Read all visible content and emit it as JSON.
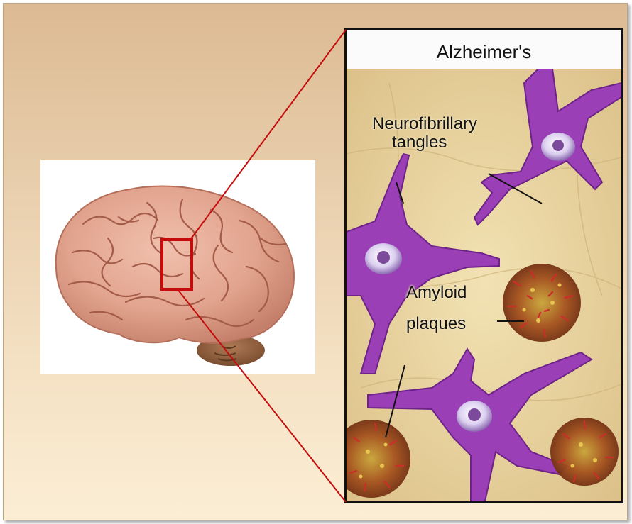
{
  "panel": {
    "title": "Alzheimer's"
  },
  "labels": {
    "tangles_line1": "Neurofibrillary",
    "tangles_line2": "tangles",
    "plaques_line1": "Amyloid",
    "plaques_line2": "plaques"
  },
  "colors": {
    "background_top": "#dcba93",
    "background_bottom": "#fbeed5",
    "brain": "#e2a48e",
    "neuron": "#9b3fb7",
    "plaque": "#8a3b1c",
    "tissue": "#e9d6a3",
    "callout": "#c40c0c"
  }
}
